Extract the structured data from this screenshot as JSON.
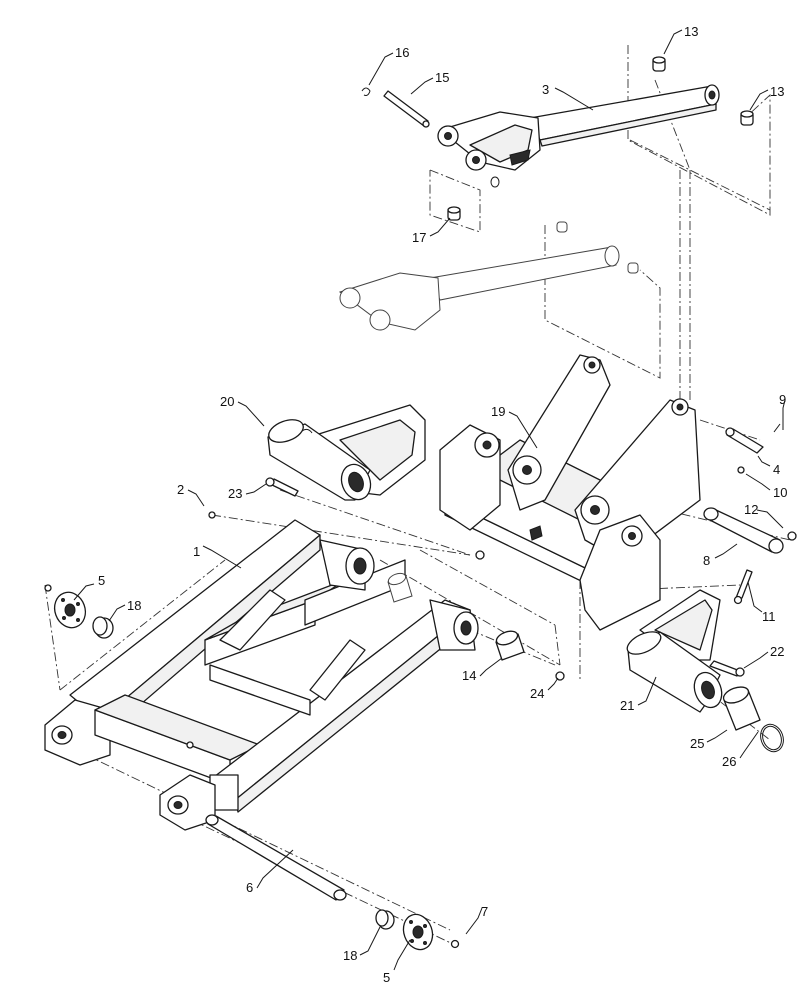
{
  "callouts": [
    {
      "label": "1"
    },
    {
      "label": "2"
    },
    {
      "label": "3"
    },
    {
      "label": "4"
    },
    {
      "label": "5"
    },
    {
      "label": "5"
    },
    {
      "label": "6"
    },
    {
      "label": "7"
    },
    {
      "label": "8"
    },
    {
      "label": "9"
    },
    {
      "label": "10"
    },
    {
      "label": "11"
    },
    {
      "label": "12"
    },
    {
      "label": "13"
    },
    {
      "label": "13"
    },
    {
      "label": "14"
    },
    {
      "label": "15"
    },
    {
      "label": "16"
    },
    {
      "label": "17"
    },
    {
      "label": "18"
    },
    {
      "label": "18"
    },
    {
      "label": "19"
    },
    {
      "label": "20"
    },
    {
      "label": "21"
    },
    {
      "label": "22"
    },
    {
      "label": "23"
    },
    {
      "label": "24"
    },
    {
      "label": "25"
    },
    {
      "label": "26"
    }
  ]
}
